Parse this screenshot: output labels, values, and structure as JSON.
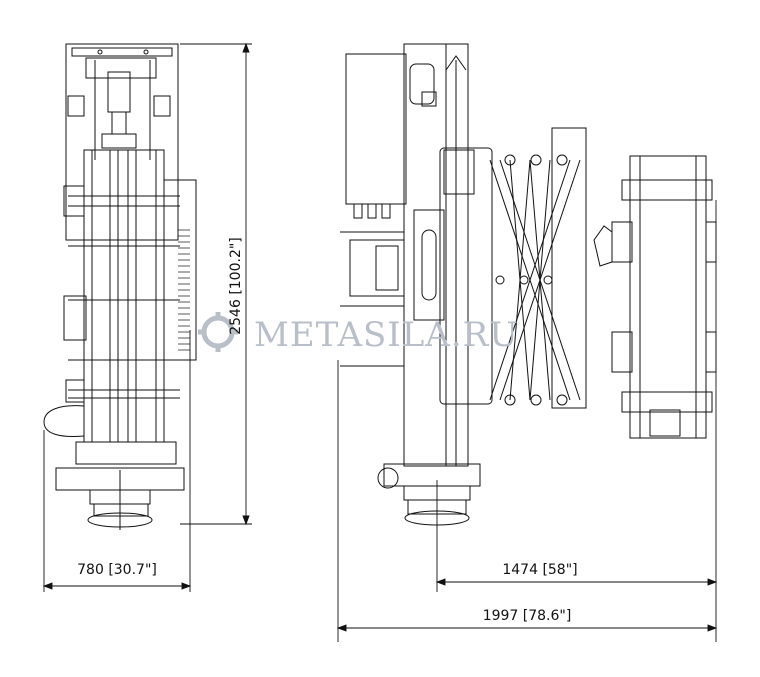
{
  "drawing": {
    "dimensions": {
      "height": "2546 [100.2\"]",
      "width_side": "780 [30.7\"]",
      "reach": "1474 [58\"]",
      "overall": "1997 [78.6\"]"
    },
    "watermark": {
      "text": "METASILA.RU"
    },
    "colors": {
      "line": "#111111",
      "watermark": "#b9bfc8"
    }
  }
}
